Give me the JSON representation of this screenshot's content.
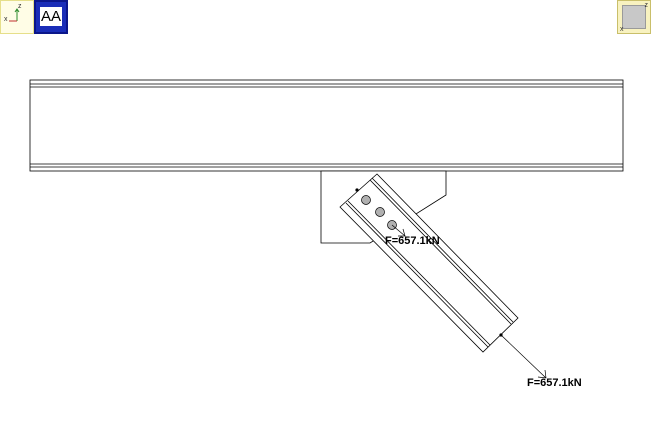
{
  "toolbar": {
    "axis_labels": {
      "x": "x",
      "z": "z"
    },
    "aa_label": "AA",
    "view_cube_labels": {
      "x": "x",
      "z": "z"
    }
  },
  "loads": {
    "upper": {
      "label": "F=657.1kN"
    },
    "lower": {
      "label": "F=657.1kN"
    }
  },
  "colors": {
    "line": "#000000",
    "background": "#ffffff",
    "aa_blue": "#1a2db8",
    "bolt": "#b0b0b0"
  }
}
